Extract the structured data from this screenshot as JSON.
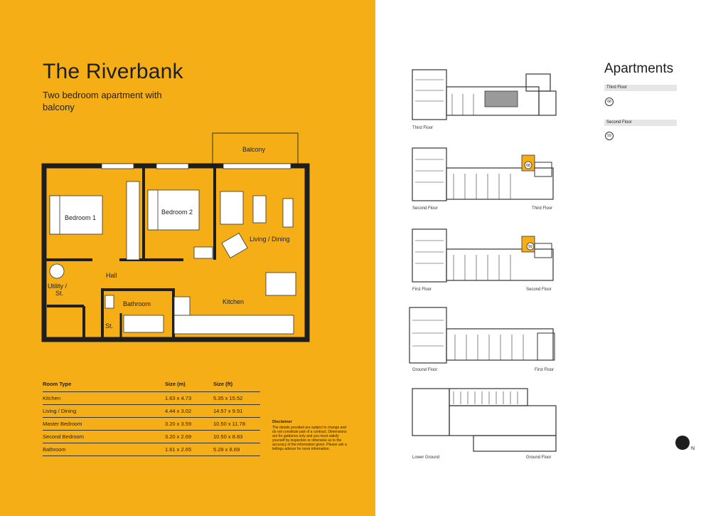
{
  "brochure": {
    "title": "The Riverbank",
    "subtitle": "Two bedroom apartment with balcony"
  },
  "plan_labels": {
    "balcony": "Balcony",
    "bedroom1": "Bedroom 1",
    "bedroom2": "Bedroom 2",
    "living": "Living / Dining",
    "hall": "Hall",
    "utility_line1": "Utility /",
    "utility_line2": "St.",
    "bathroom": "Bathroom",
    "kitchen": "Kitchen",
    "store": "St."
  },
  "room_table": {
    "headers": [
      "Room Type",
      "Size (m)",
      "Size (ft)"
    ],
    "rows": [
      [
        "Kitchen",
        "1.63 x 4.73",
        "5.35 x 15.52"
      ],
      [
        "Living / Dining",
        "4.44 x 3.02",
        "14.57 x 9.91"
      ],
      [
        "Master Bedroom",
        "3.20 x 3.59",
        "10.50 x 11.78"
      ],
      [
        "Second Bedroom",
        "3.20 x 2.69",
        "10.50 x 8.83"
      ],
      [
        "Bathroom",
        "1.61 x 2.65",
        "5.28 x 8.69"
      ]
    ]
  },
  "disclaimer": {
    "title": "Disclaimer",
    "text": "The details provided are subject to change and do not constitute part of a contract. Dimensions are for guidance only and you must satisfy yourself by inspection or otherwise as to the accuracy of the information given. Please ask a lettings advisor for more information."
  },
  "apartments": {
    "title": "Apartments",
    "groups": [
      {
        "floor": "Third Floor",
        "unit": "68"
      },
      {
        "floor": "Second Floor",
        "unit": "59"
      }
    ]
  },
  "floor_plans": [
    {
      "left_label": "Third Floor",
      "right_label": ""
    },
    {
      "left_label": "Second Floor",
      "right_label": "Third Floor",
      "unit": "68"
    },
    {
      "left_label": "First Floor",
      "right_label": "Second Floor",
      "unit": "59"
    },
    {
      "left_label": "Ground Floor",
      "right_label": "First Floor"
    },
    {
      "left_label": "Lower Ground",
      "right_label": "Ground Floor"
    }
  ],
  "compass": {
    "label": "N"
  },
  "colors": {
    "accent": "#F5AE15",
    "ink": "#1e1e1e",
    "tag": "#e6e6e6"
  }
}
